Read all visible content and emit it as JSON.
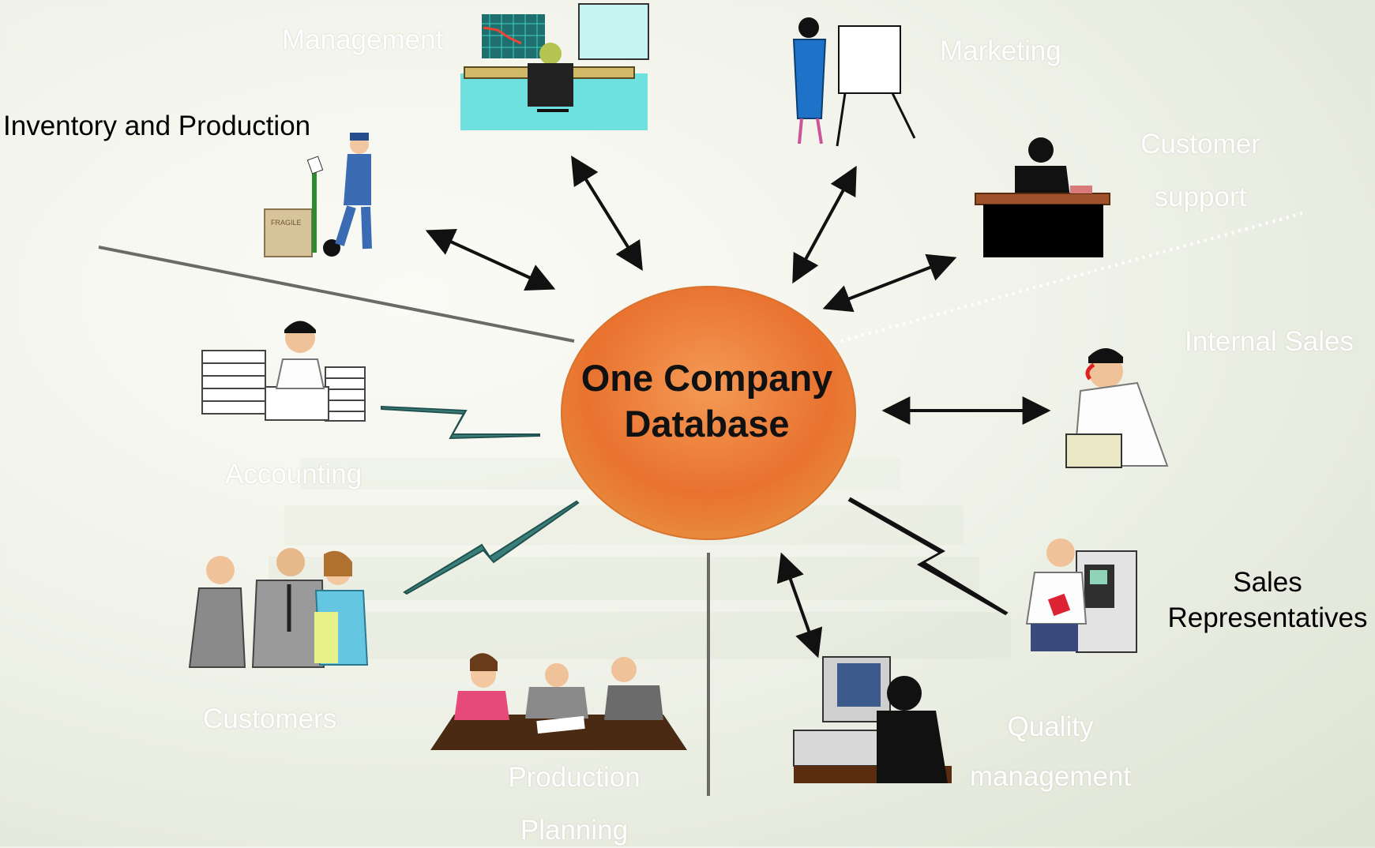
{
  "hub": {
    "line1": "One Company",
    "line2": "Database"
  },
  "labels": {
    "management": "Management",
    "marketing": "Marketing",
    "inventory": "Inventory and Production",
    "customer_support_1": "Customer",
    "customer_support_2": "support",
    "internal_sales": "Internal Sales",
    "accounting": "Accounting",
    "sales_reps_1": "Sales",
    "sales_reps_2": "Representatives",
    "customers": "Customers",
    "production_planning_1": "Production",
    "production_planning_2": "Planning",
    "quality_1": "Quality",
    "quality_2": "management"
  },
  "colors": {
    "hub_fill": "#e9722f",
    "hub_stroke": "#d8742e",
    "arrow": "#111111",
    "bolt": "#3a7e7a"
  }
}
